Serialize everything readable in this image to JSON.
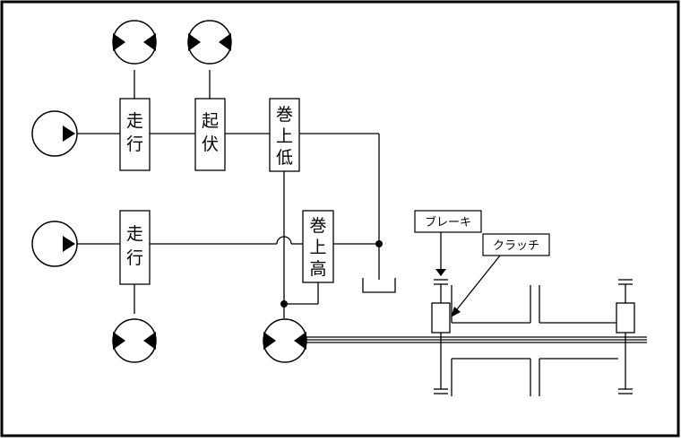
{
  "valves": [
    {
      "id": "travel-1",
      "chars": [
        "走",
        "行"
      ]
    },
    {
      "id": "luffing",
      "chars": [
        "起",
        "伏"
      ]
    },
    {
      "id": "hoist-low",
      "chars": [
        "巻",
        "上",
        "低"
      ]
    },
    {
      "id": "travel-2",
      "chars": [
        "走",
        "行"
      ]
    },
    {
      "id": "hoist-high",
      "chars": [
        "巻",
        "上",
        "高"
      ]
    }
  ],
  "labels": {
    "brake": "ブレーキ",
    "clutch": "クラッチ"
  }
}
